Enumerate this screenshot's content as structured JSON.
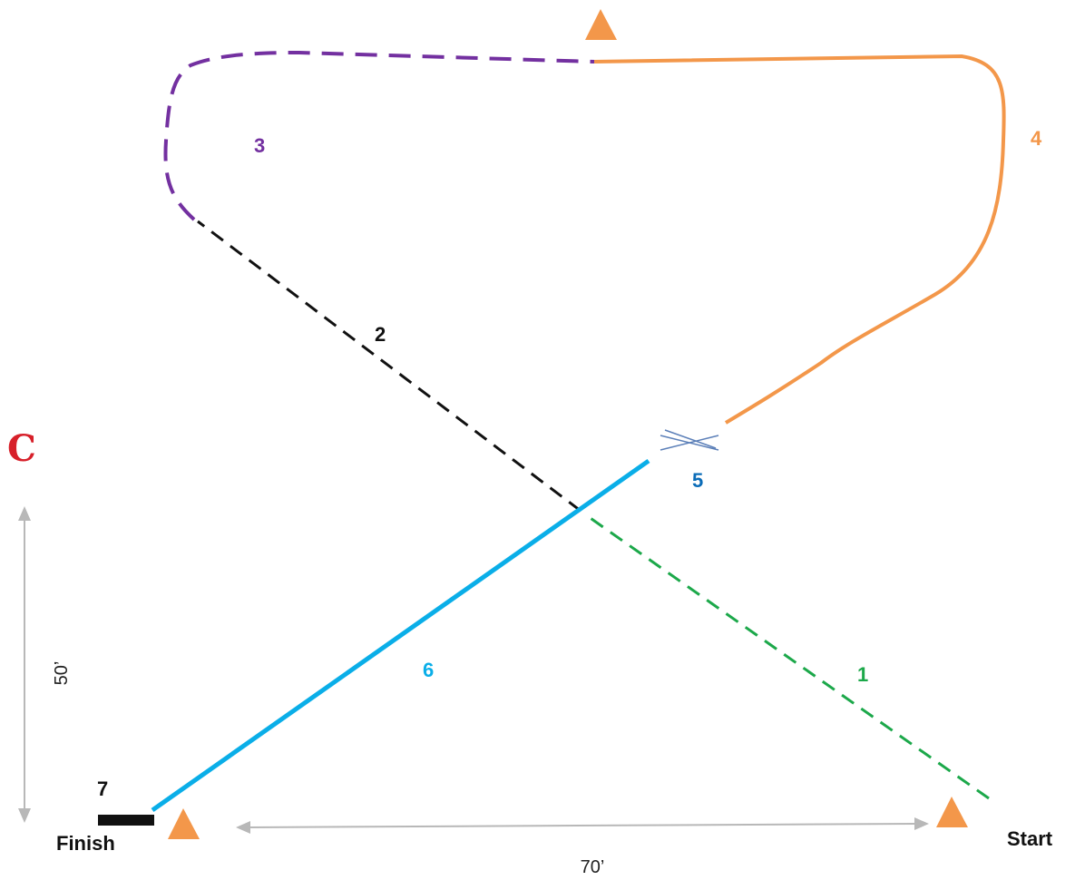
{
  "colors": {
    "segment_1": "#1ca84a",
    "segment_2": "#111111",
    "segment_3": "#7330a0",
    "segment_4": "#f3974a",
    "segment_5": "#0b6cb8",
    "segment_6": "#0aaee8",
    "segment_7": "#111111",
    "cone": "#f3974a",
    "dimension": "#b8b8b8",
    "c_marker": "#d7202a",
    "crossing": "#5b7fb8"
  },
  "segments": [
    {
      "number": "1",
      "style": "dashed"
    },
    {
      "number": "2",
      "style": "dashed"
    },
    {
      "number": "3",
      "style": "dashed"
    },
    {
      "number": "4",
      "style": "solid"
    },
    {
      "number": "5",
      "style": "crossing"
    },
    {
      "number": "6",
      "style": "solid"
    },
    {
      "number": "7",
      "style": "solid"
    }
  ],
  "labels": {
    "start": "Start",
    "finish": "Finish",
    "height_dimension": "50’",
    "width_dimension": "70’",
    "arena_letter": "C"
  },
  "icons": {
    "cone": "traffic-cone-icon",
    "crossing": "jump-crossing-icon",
    "arena_marker": "arena-letter-c-icon"
  }
}
